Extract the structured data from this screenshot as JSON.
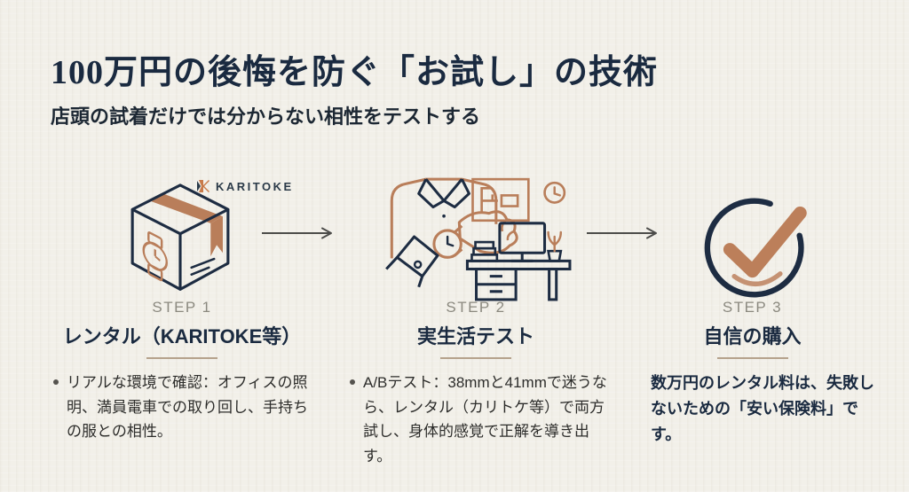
{
  "header": {
    "title": "100万円の後悔を防ぐ「お試し」の技術",
    "subtitle": "店頭の試着だけでは分からない相性をテストする"
  },
  "brand": {
    "name": "KARITOKE"
  },
  "steps": [
    {
      "step_label": "STEP 1",
      "title": "レンタル（KARITOKE等）",
      "icon": "package-box-with-watch-icon",
      "body": "リアルな環境で確認：オフィスの照明、満員電車での取り回し、手持ちの服との相性。"
    },
    {
      "step_label": "STEP 2",
      "title": "実生活テスト",
      "icon": "wristwatch-shirt-desk-icon",
      "body": "A/Bテスト：38mmと41mmで迷うなら、レンタル（カリトケ等）で両方試し、身体的感覚で正解を導き出す。"
    },
    {
      "step_label": "STEP 3",
      "title": "自信の購入",
      "icon": "confidence-checkmark-icon",
      "body": "数万円のレンタル料は、失敗しないための「安い保険料」です。"
    }
  ],
  "colors": {
    "background": "#f2f0e9",
    "navy": "#1a2a40",
    "tan": "#b97e5a",
    "body_text": "#2d2d2b",
    "step_label_gray": "#8b897f",
    "underline": "#b5a28c",
    "arrow": "#4c4c4a"
  }
}
